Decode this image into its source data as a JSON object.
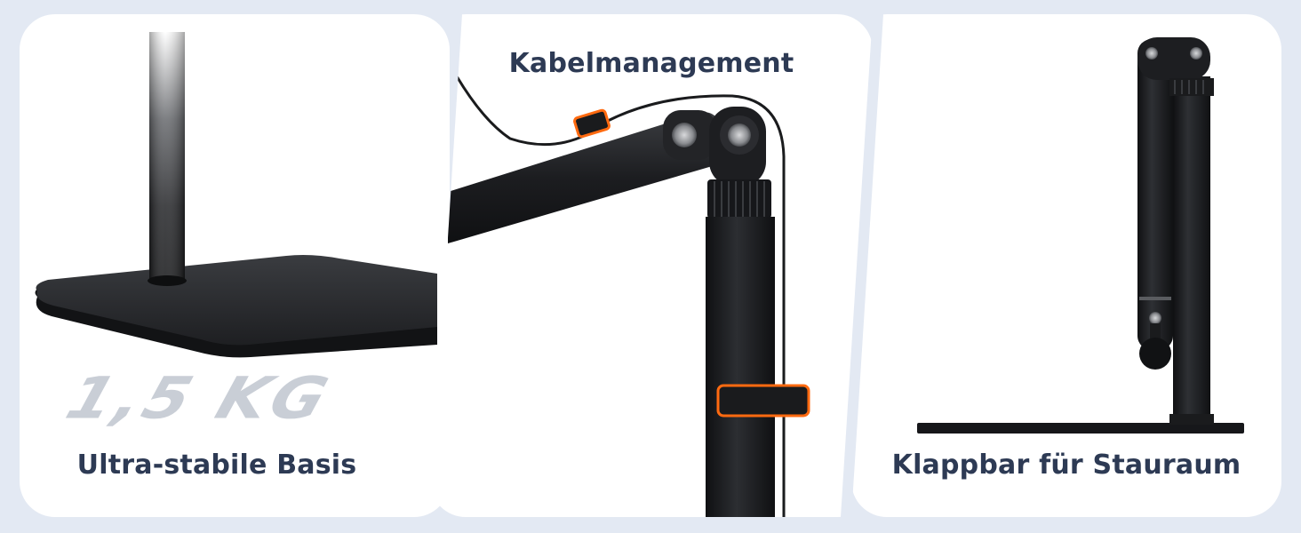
{
  "panels": [
    {
      "caption": "Ultra-stabile Basis",
      "weight_label": "1,5 KG"
    },
    {
      "caption": "Kabelmanagement"
    },
    {
      "caption": "Klappbar für Stauraum"
    }
  ],
  "colors": {
    "background": "#e3e9f3",
    "panel": "#ffffff",
    "caption_text": "#2d3a54",
    "product_black": "#1b1c1e",
    "highlight_orange": "#ff6a10",
    "weight_text": "#c9ced6"
  }
}
